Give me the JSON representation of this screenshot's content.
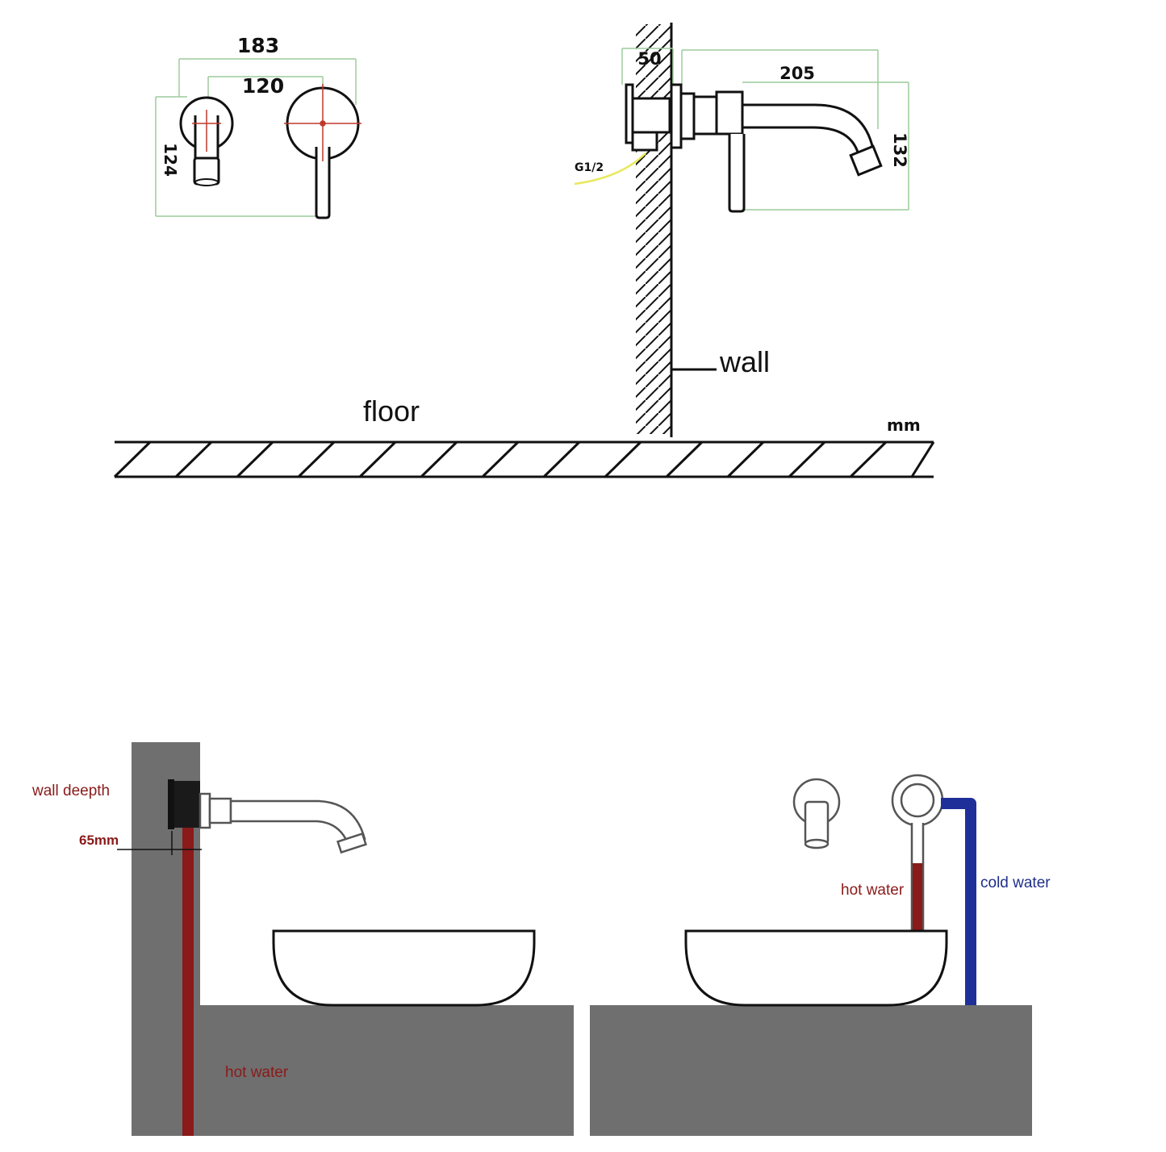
{
  "technical_drawing": {
    "front_view": {
      "dim_overall_width": "183",
      "dim_center_distance": "120",
      "dim_height": "124"
    },
    "side_view": {
      "dim_plate_depth": "50",
      "dim_spout_length": "205",
      "dim_spout_height": "132",
      "thread_label": "G1/2"
    },
    "wall_label": "wall",
    "floor_label": "floor",
    "unit_label": "mm"
  },
  "installation_left": {
    "wall_depth_label": "wall deepth",
    "wall_depth_value": "65mm",
    "hot_water_label": "hot water"
  },
  "installation_right": {
    "hot_water_label": "hot water",
    "cold_water_label": "cold water"
  },
  "colors": {
    "line": "#111111",
    "dim_line": "#9ccc9c",
    "center_mark": "#c0392b",
    "thread_leader": "#e8e85a",
    "concrete": "#6f6f6f",
    "hot_pipe": "#8b1a1a",
    "cold_pipe": "#1f2f9a"
  }
}
